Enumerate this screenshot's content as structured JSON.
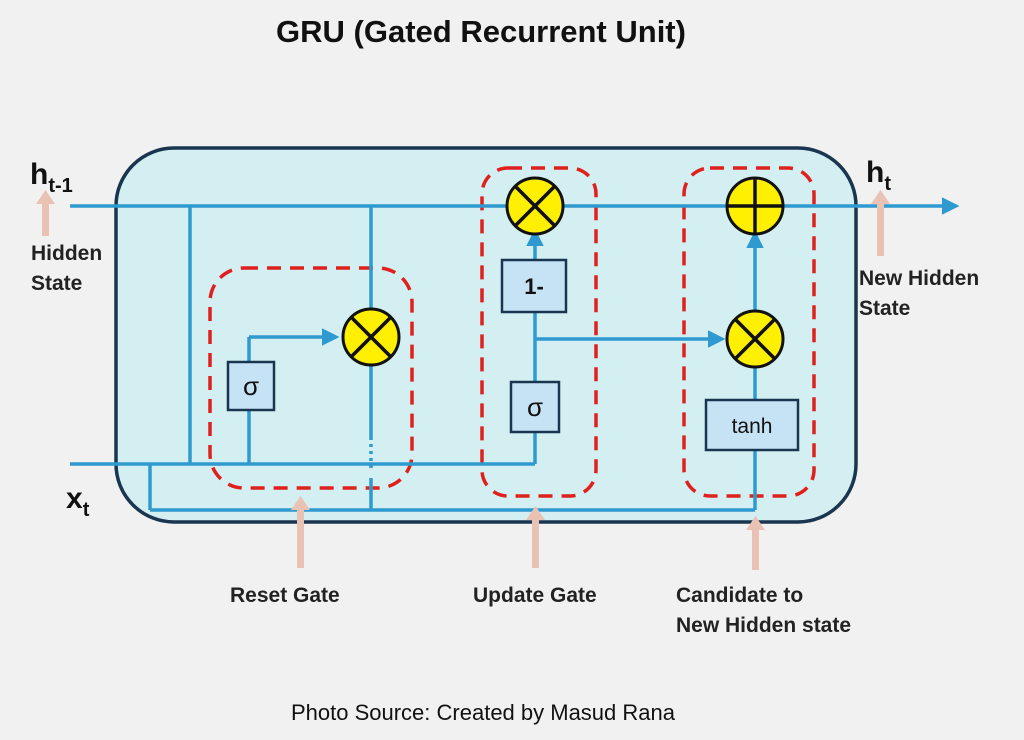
{
  "title": "GRU (Gated Recurrent Unit)",
  "inputs": {
    "h_prev": {
      "base": "h",
      "sub": "t-1"
    },
    "x": {
      "base": "x",
      "sub": "t"
    },
    "h_new": {
      "base": "h",
      "sub": "t"
    }
  },
  "labels": {
    "hidden_state": [
      "Hidden",
      "State"
    ],
    "new_hidden_state": [
      "New Hidden",
      "State"
    ],
    "reset_gate": "Reset Gate",
    "update_gate": "Update Gate",
    "candidate": [
      "Candidate to",
      "New Hidden state"
    ]
  },
  "ops": {
    "sigma_reset": "σ",
    "sigma_update": "σ",
    "one_minus": "1-",
    "tanh": "tanh"
  },
  "source": "Photo Source: Created by Masud Rana",
  "colors": {
    "cell_fill": "#d3eff2",
    "cell_stroke": "#1a3550",
    "wire": "#2e9ad0",
    "gate_outline": "#e0201c",
    "op_circle": "#ffef00",
    "op_box": "#c6e3f5",
    "pointer": "#e9c2b4"
  }
}
